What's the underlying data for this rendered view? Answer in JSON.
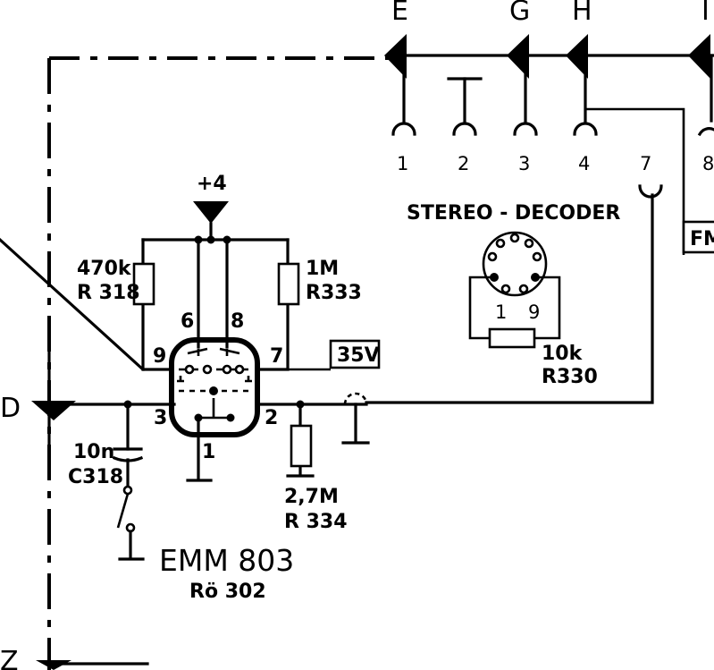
{
  "connectors": {
    "top": [
      "E",
      "G",
      "H",
      "I"
    ],
    "left": [
      "D",
      "Z"
    ]
  },
  "decoder_socket": {
    "title": "STEREO - DECODER",
    "pins": [
      "1",
      "2",
      "3",
      "4",
      "7",
      "8"
    ],
    "fm_label": "FM"
  },
  "supply": {
    "label": "+4"
  },
  "tube": {
    "type": "EMM 803",
    "ref": "Rö 302",
    "pins": {
      "p1": "1",
      "p2": "2",
      "p3": "3",
      "p6": "6",
      "p7": "7",
      "p8": "8",
      "p9": "9"
    }
  },
  "voltage_box": "35V",
  "components": {
    "r318": {
      "value": "470k",
      "ref": "R 318"
    },
    "r333": {
      "value": "1M",
      "ref": "R333"
    },
    "r330": {
      "value": "10k",
      "ref": "R330"
    },
    "r334": {
      "value": "2,7M",
      "ref": "R 334"
    },
    "c318": {
      "value": "10n",
      "ref": "C318"
    }
  },
  "socket_pins": {
    "left": "1",
    "right": "9"
  }
}
